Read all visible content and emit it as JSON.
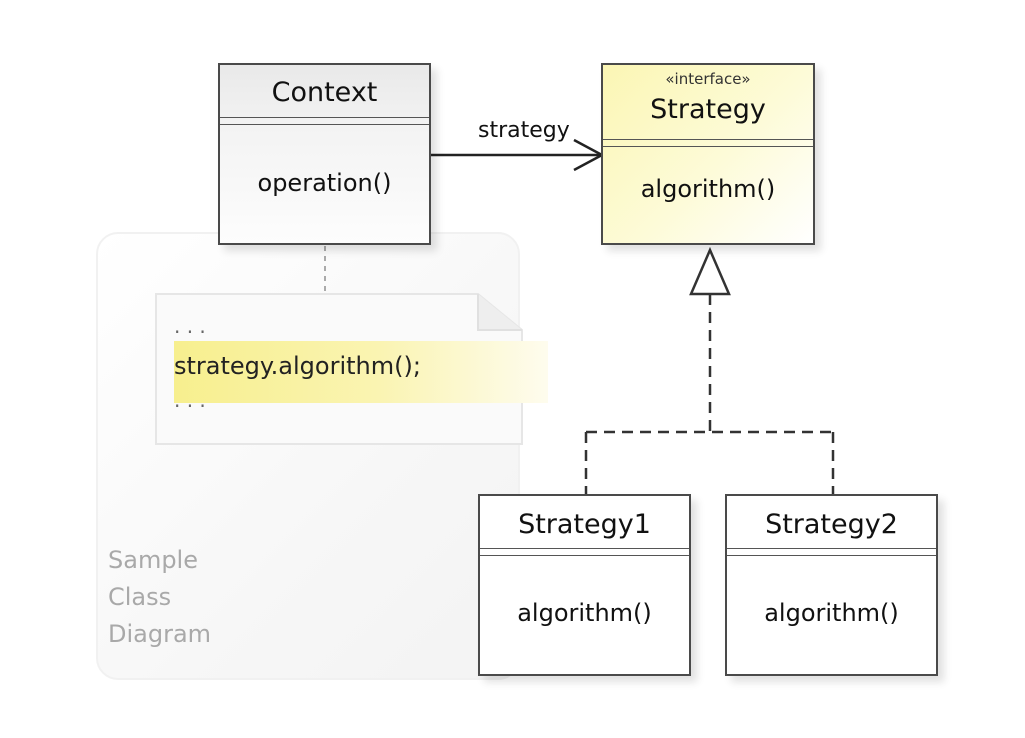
{
  "frame": {
    "label_lines": [
      "Sample",
      "Class",
      "Diagram"
    ]
  },
  "context": {
    "name": "Context",
    "operation": "operation()"
  },
  "strategy": {
    "stereotype": "«interface»",
    "name": "Strategy",
    "operation": "algorithm()"
  },
  "strategy1": {
    "name": "Strategy1",
    "operation": "algorithm()"
  },
  "strategy2": {
    "name": "Strategy2",
    "operation": "algorithm()"
  },
  "association": {
    "label": "strategy"
  },
  "note": {
    "line1": ". . .",
    "line2": "strategy.algorithm();",
    "line3": ". . ."
  },
  "colors": {
    "interface_fill": "#fbf6b4",
    "code_highlight": "#f7ef8e",
    "border": "#4a4a4a"
  }
}
